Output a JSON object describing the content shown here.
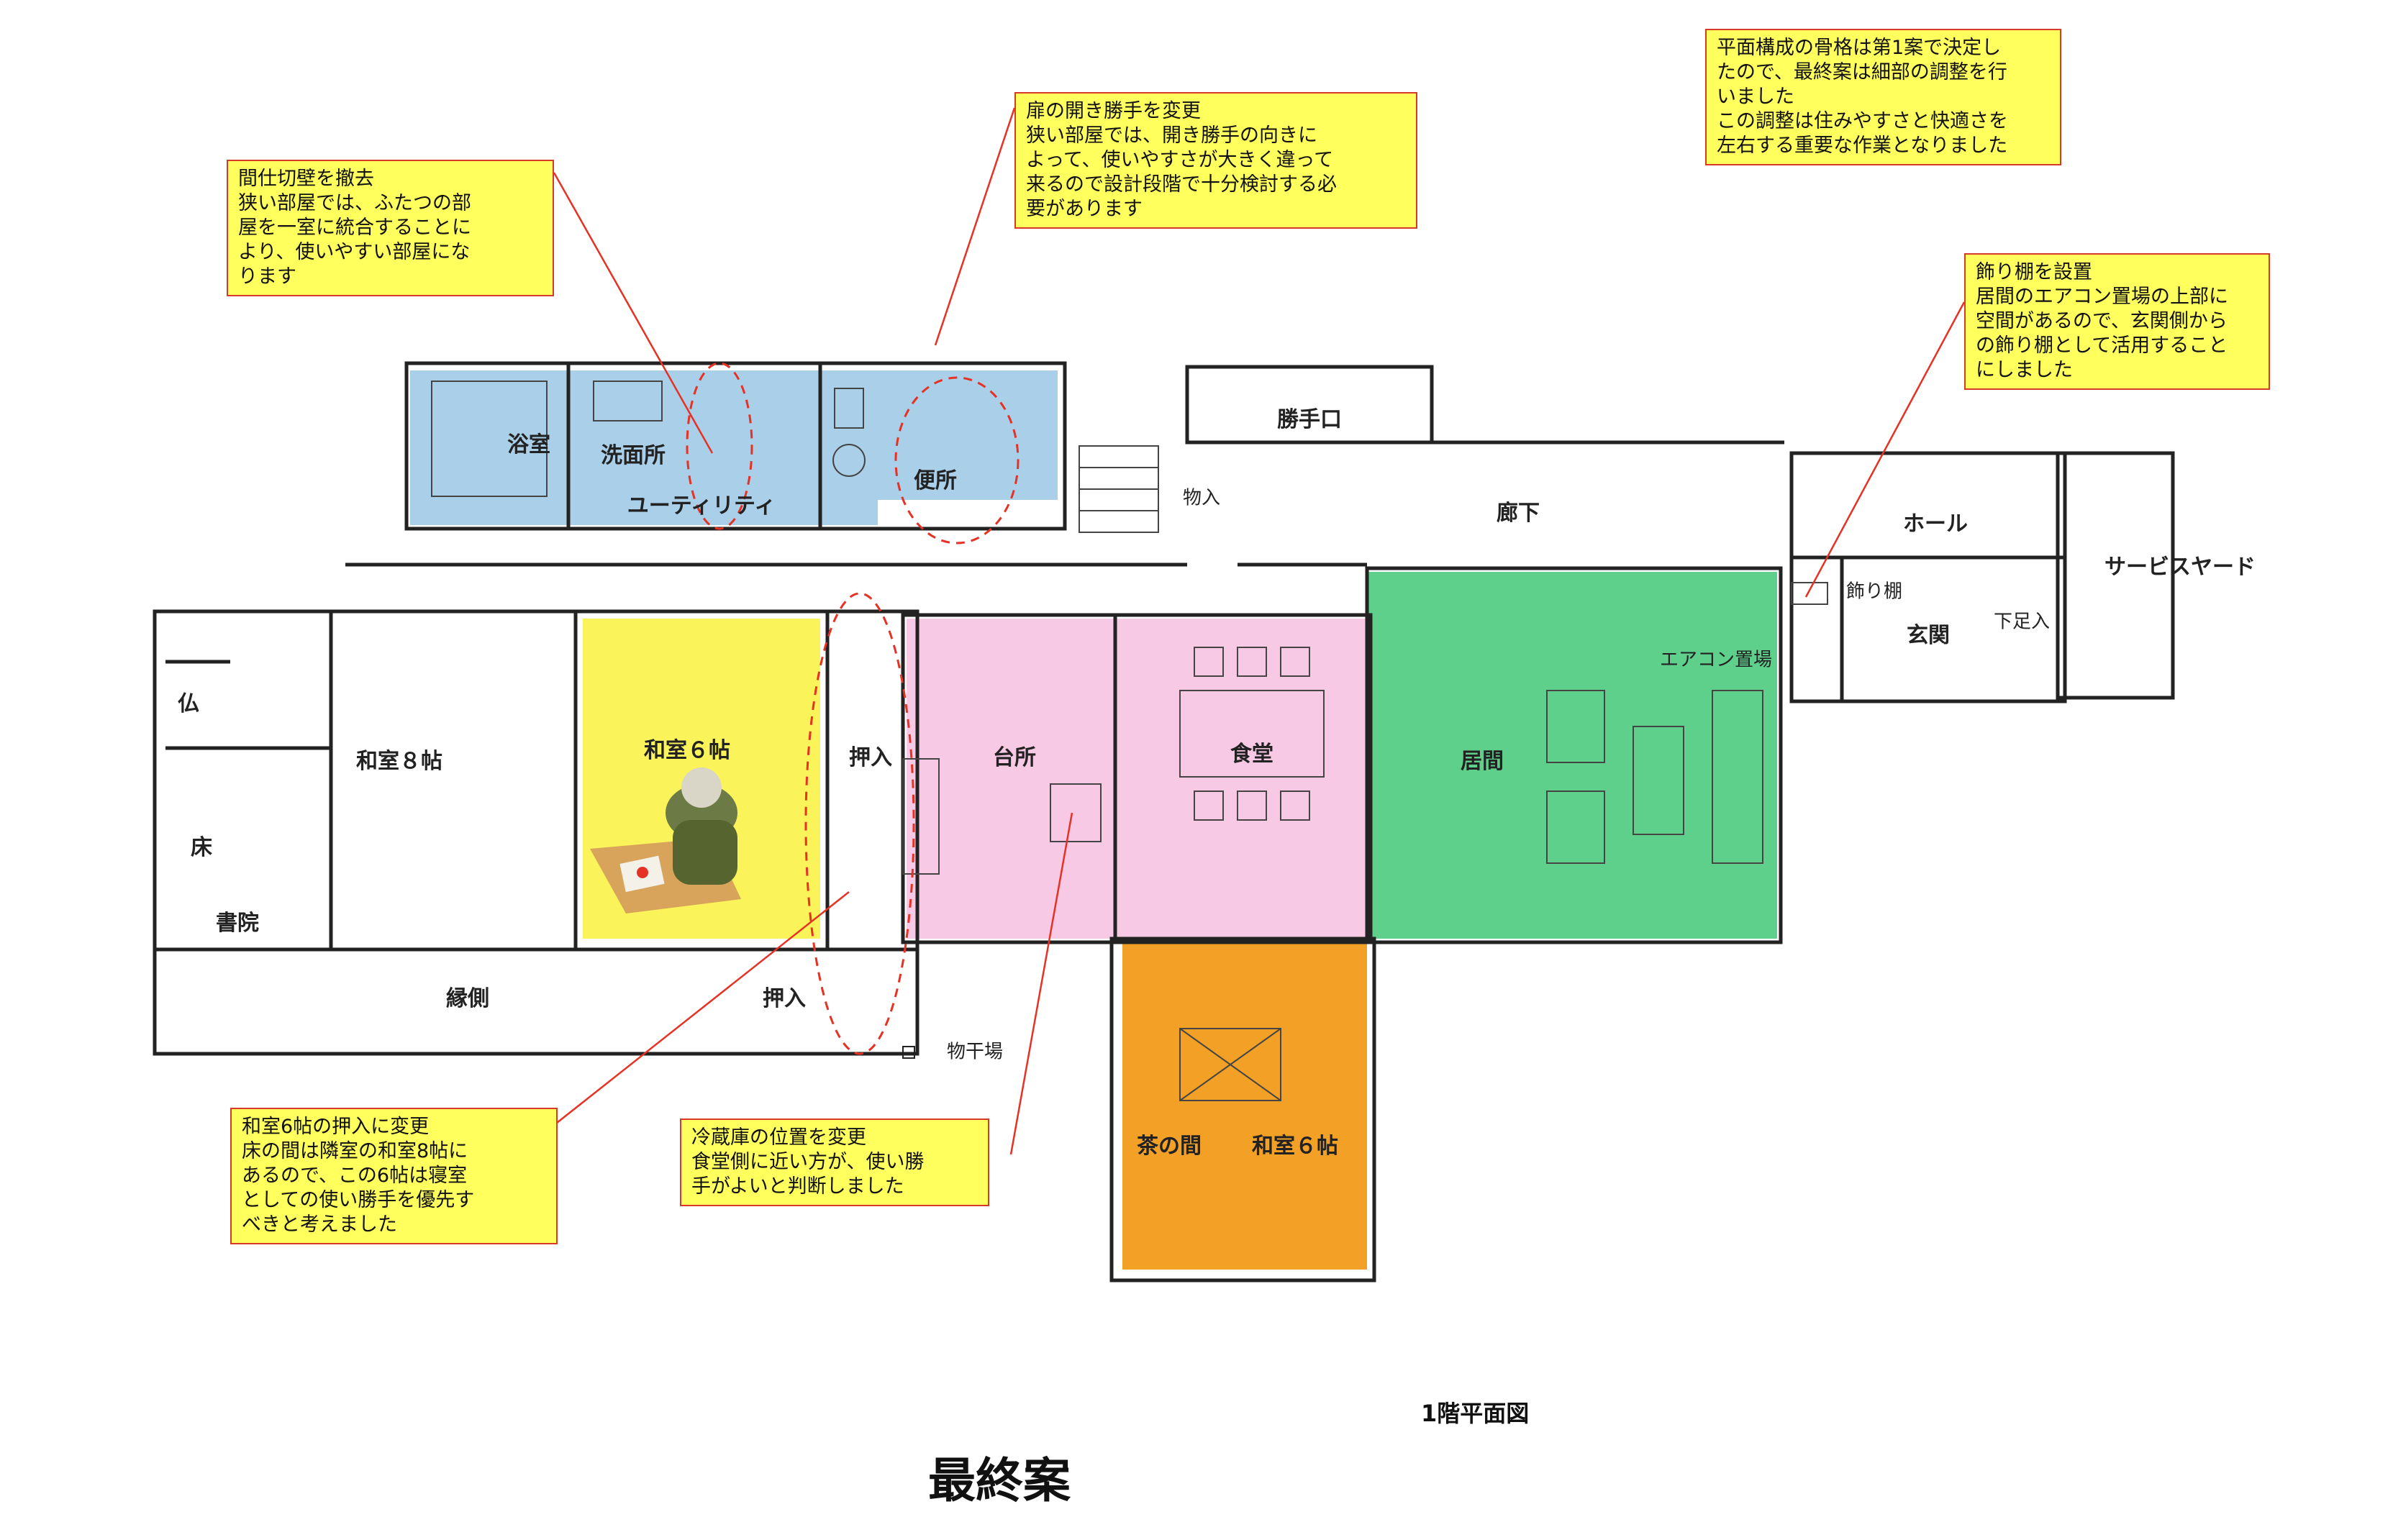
{
  "notes": {
    "top_right": [
      "平面構成の骨格は第1案で決定し",
      "たので、最終案は細部の調整を行",
      "いました",
      "この調整は住みやすさと快適さを",
      "左右する重要な作業となりました"
    ],
    "partition": [
      "間仕切壁を撤去",
      "狭い部屋では、ふたつの部",
      "屋を一室に統合することに",
      "より、使いやすい部屋にな",
      "ります"
    ],
    "door": [
      "扉の開き勝手を変更",
      "狭い部屋では、開き勝手の向きに",
      "よって、使いやすさが大きく違って",
      "来るので設計段階で十分検討する必",
      "要があります"
    ],
    "shelf": [
      "飾り棚を設置",
      "居間のエアコン置場の上部に",
      "空間があるので、玄関側から",
      "の飾り棚として活用すること",
      "にしました"
    ],
    "closet": [
      "和室6帖の押入に変更",
      "床の間は隣室の和室8帖に",
      "あるので、この6帖は寝室",
      "としての使い勝手を優先す",
      "べきと考えました"
    ],
    "fridge": [
      "冷蔵庫の位置を変更",
      "食堂側に近い方が、使い勝",
      "手がよいと判断しました"
    ]
  },
  "rooms": {
    "bath": "浴室",
    "washroom": "洗面所",
    "utility": "ユーティリティ",
    "toilet": "便所",
    "back_door": "勝手口",
    "storage": "物入",
    "corridor": "廊下",
    "hall": "ホール",
    "service_yard": "サービスヤード",
    "shelf": "飾り棚",
    "entrance": "玄関",
    "shoe_area": "下足入",
    "aircon": "エアコン置場",
    "butsu": "仏",
    "tokonoma": "床",
    "shoin": "書院",
    "washitsu8": "和室８帖",
    "washitsu6": "和室６帖",
    "oshiire": "押入",
    "kitchen": "台所",
    "dining": "食堂",
    "living": "居間",
    "engawa": "縁側",
    "oshiire2": "押入",
    "drying": "物干場",
    "chanoma": "茶の間",
    "washitsu6b": "和室６帖"
  },
  "floor_label": "1階平面図",
  "title": "最終案",
  "colors": {
    "blue": "#a9cfe9",
    "yellow": "#fbf35a",
    "pink": "#f8c9e4",
    "green": "#5fcf8c",
    "orange": "#f2a126",
    "note_bg": "#ffff5e",
    "note_border": "#d83a2a",
    "leader": "#e53224"
  }
}
